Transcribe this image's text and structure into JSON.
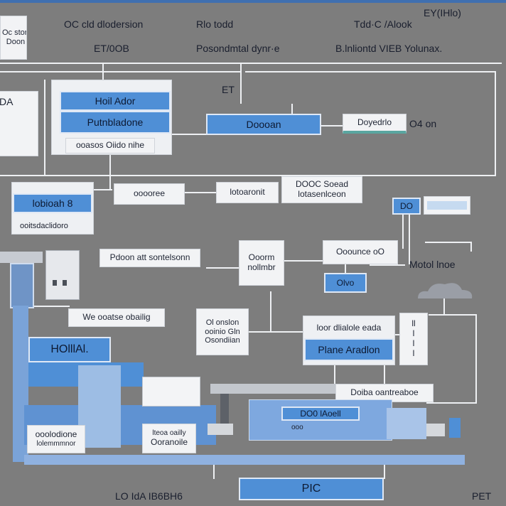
{
  "header": {
    "left_box": "Oc ston\nDoon",
    "col1_title": "OC cld dlodersion",
    "col1_sub": "ET/0OB",
    "col2_title": "Rlo todd",
    "col2_sub": "Posondmtal dynr·e",
    "col3_title": "Tdd·C /Alook",
    "col3_sub": "B.lnliontd VIEB Yolunax.",
    "corner": "EY(IHlo)"
  },
  "row1": {
    "left_edge": "DA",
    "stack_top": "Hoil Ador",
    "stack_mid": "Putnbladone",
    "stack_bottom": "ooasos Oiido nihe",
    "marker": "ET",
    "center_blue": "Doooan",
    "right_box": "Doyedrlo",
    "right_label": "O4 on"
  },
  "row2": {
    "left_blue": "lobioah 8",
    "left_sub": "ooitsdaclidoro",
    "mid_box": "ooooree",
    "center_box1": "lotoaronit",
    "center_box2": "DOOC Soead\nlotasenlceon",
    "right_blue": "DO",
    "right_input": ""
  },
  "row3": {
    "label1": "Pdoon att sontelsonn",
    "center_box": "Ooorm\nnollmbr",
    "right_box": "Ooounce oO",
    "right_label": "Motol lnoe",
    "blue_small": "Olvo",
    "label2": "We ooatse obailig"
  },
  "row4": {
    "center_box": "Ol onslon\nooinio Gln\nOsondiian",
    "right_box_title": "loor dlialole eada",
    "right_blue": "Plane Aradlon",
    "vertical_box": "ll\nl\nl\nl",
    "machine_label": "HOlllAl.",
    "bar_label": "Doiba oantreaboe"
  },
  "row5": {
    "left_box": "ooolodione",
    "left_sub": "lolemmmnor",
    "mid_box_title": "lteoa oailly",
    "mid_box": "Ooranoile",
    "machine_blue": "DO0 lAoell",
    "machine_sub": "ooo"
  },
  "footer": {
    "left": "LO IdA IB6BH6",
    "center": "PIC",
    "right": "PET"
  }
}
